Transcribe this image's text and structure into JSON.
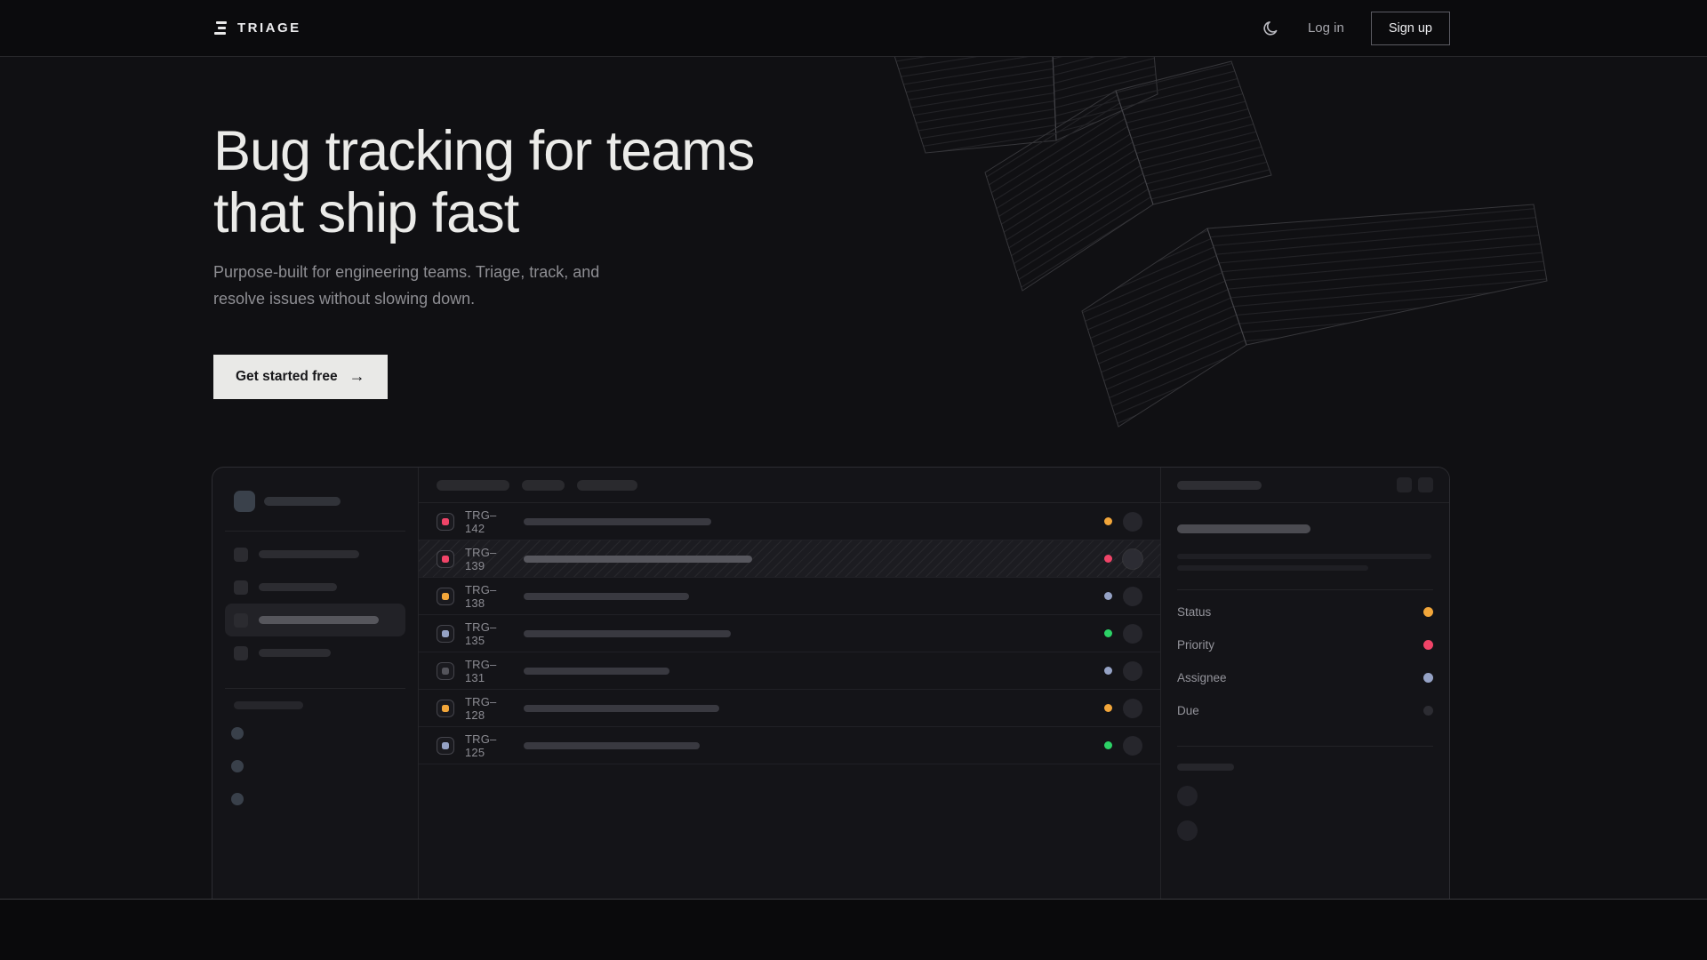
{
  "brand": {
    "name": "TRIAGE"
  },
  "navbar": {
    "login_label": "Log in",
    "signup_label": "Sign up"
  },
  "hero": {
    "title_line1": "Bug tracking for teams",
    "title_line2": "that ship fast",
    "subtitle_line1": "Purpose-built for engineering teams. Triage, track, and",
    "subtitle_line2": "resolve issues without slowing down.",
    "cta_label": "Get started free",
    "cta_arrow": "→"
  },
  "mockup": {
    "issues": [
      {
        "id": "TRG–142",
        "icon_color": "#f04468",
        "dot_color": "#f2a63a",
        "title_width": 211,
        "selected": false
      },
      {
        "id": "TRG–139",
        "icon_color": "#f04468",
        "dot_color": "#f04468",
        "title_width": 257,
        "selected": true
      },
      {
        "id": "TRG–138",
        "icon_color": "#f2a63a",
        "dot_color": "#95a2c5",
        "title_width": 186,
        "selected": false
      },
      {
        "id": "TRG–135",
        "icon_color": "#95a2c5",
        "dot_color": "#2cd266",
        "title_width": 233,
        "selected": false
      },
      {
        "id": "TRG–131",
        "icon_color": "#54545b",
        "dot_color": "#95a2c5",
        "title_width": 164,
        "selected": false
      },
      {
        "id": "TRG–128",
        "icon_color": "#f2a63a",
        "dot_color": "#f2a63a",
        "title_width": 220,
        "selected": false
      },
      {
        "id": "TRG–125",
        "icon_color": "#95a2c5",
        "dot_color": "#2cd266",
        "title_width": 198,
        "selected": false
      }
    ],
    "panel_fields": [
      {
        "label": "Status",
        "color": "#f2a63a"
      },
      {
        "label": "Priority",
        "color": "#f04468"
      },
      {
        "label": "Assignee",
        "color": "#95a2c5"
      },
      {
        "label": "Due",
        "color": "#2c2c32"
      }
    ]
  },
  "colors": {
    "accent_amber": "#f2a63a",
    "accent_rose": "#f04468",
    "accent_green": "#2cd266",
    "accent_periwinkle": "#95a2c5"
  }
}
